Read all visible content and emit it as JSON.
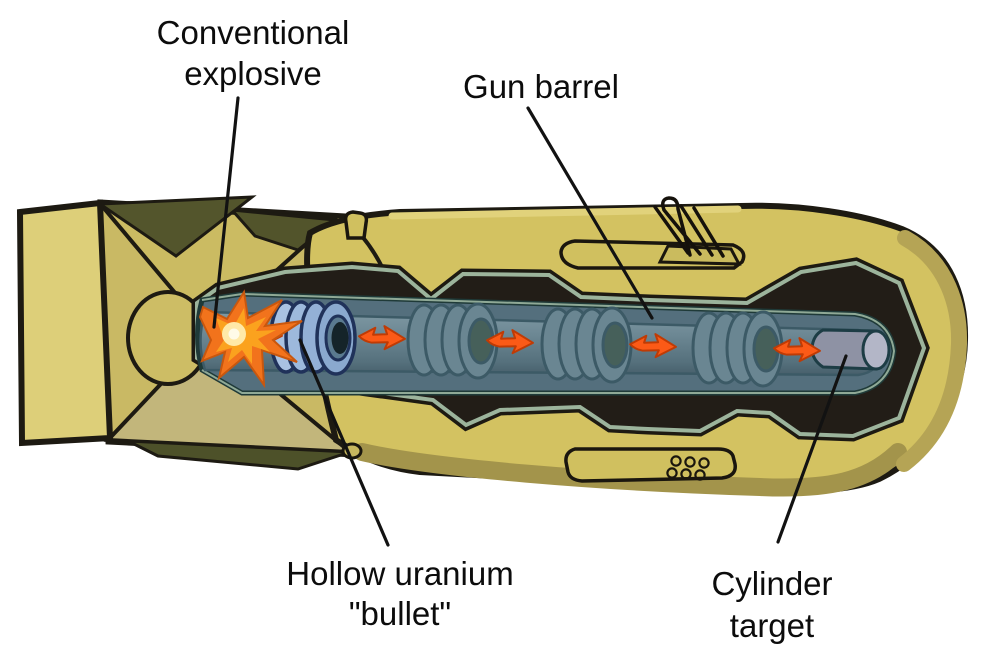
{
  "diagram": {
    "title_semantic": "gun-type-fission-weapon-cutaway",
    "labels": {
      "conventional_explosive": {
        "line1": "Conventional",
        "line2": "explosive"
      },
      "gun_barrel": "Gun barrel",
      "hollow_uranium_bullet": {
        "line1": "Hollow uranium",
        "line2": "\"bullet\""
      },
      "cylinder_target": {
        "line1": "Cylinder",
        "line2": "target"
      }
    },
    "parts": {
      "explosion": "conventional-explosive-detonation",
      "bullet": "hollow-uranium-bullet-rings",
      "ghosts": "bullet-travel-ghost-positions",
      "target": "cylinder-target",
      "barrel": "gun-barrel-tube",
      "casing": "bomb-casing",
      "tail": "box-tail-fin-assembly",
      "antennas": "radar-whip-antennas",
      "motion": "motion-arrow"
    },
    "colors": {
      "label_text": "#0c0c0c",
      "leader": "#121212",
      "outline": "#1d1a12",
      "casing": "#d3c261",
      "casing_mid": "#cbbb62",
      "casing_panel": "#d0c05f",
      "casing_light": "#e1d27b",
      "casing_shadow": "#a3944b",
      "casing_deep": "#b5a455",
      "fin_face": "#ddcf79",
      "fin_dark": "#52542b",
      "fin_tan": "#c2b67b",
      "fin_dark2": "#4d5129",
      "cavity": "#221d17",
      "trim_sage": "#9cb49c",
      "panel_slate": "#546f7d",
      "panel_line_dark": "#1f3a38",
      "panel_line_pale": "#8fa996",
      "tube_light": "#7e98a3",
      "tube_mid": "#6d8894",
      "tube_dark": "#475f6b",
      "ghost": "#6a8692",
      "ghost_line": "#3c5a66",
      "ghost_hole": "#46605a",
      "bullet_light": "#a9c2e2",
      "bullet_mid": "#8aa9cf",
      "bullet_line": "#20325a",
      "bullet_hole_rim": "#5a7a8f",
      "bullet_hole": "#152429",
      "target_body": "#8e92a4",
      "target_cap": "#b3b6c7",
      "target_line": "#1d3d45",
      "arrow": "#fb5a17",
      "arrow_line": "#bf3b05",
      "explosion_outer": "#f2731c",
      "explosion_mid": "#fba21e",
      "explosion_core": "#ffe9a8",
      "explosion_hot": "#fffbe8"
    }
  }
}
